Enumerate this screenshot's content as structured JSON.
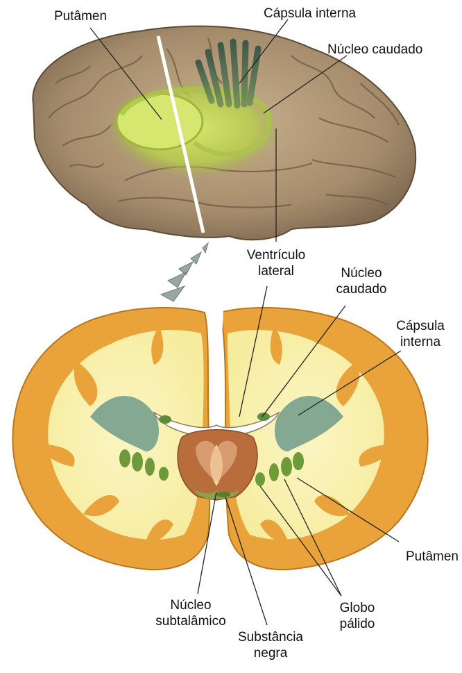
{
  "labels": {
    "top_putamen": "Putâmen",
    "top_capsula": "Cápsula interna",
    "top_nucleo_caudado": "Núcleo caudado",
    "ventriculo": [
      "Ventrículo",
      "lateral"
    ],
    "nucleo_caudado": [
      "Núcleo",
      "caudado"
    ],
    "capsula_interna": [
      "Cápsula",
      "interna"
    ],
    "putamen": "Putâmen",
    "globo_palido": [
      "Globo",
      "pálido"
    ],
    "nucleo_subtalamico": [
      "Núcleo",
      "subtalâmico"
    ],
    "substancia_negra": [
      "Substância",
      "negra"
    ]
  }
}
